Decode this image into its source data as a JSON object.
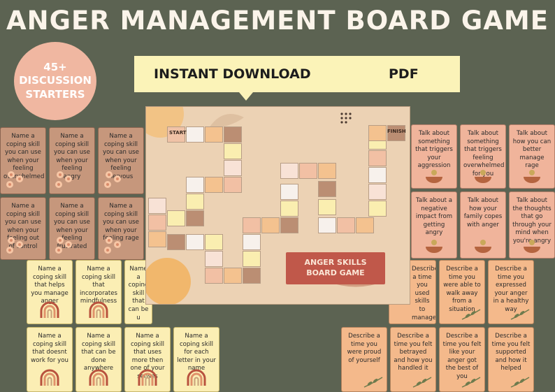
{
  "title": "ANGER MANAGEMENT BOARD GAME",
  "badge": {
    "text": "45+\nDISCUSSION\nSTARTERS"
  },
  "banner": {
    "download": "INSTANT DOWNLOAD",
    "format": "PDF"
  },
  "board": {
    "start": "START",
    "finish": "FINISH",
    "sign_line1": "ANGER SKILLS",
    "sign_line2": "BOARD GAME"
  },
  "brown_cards": [
    "Name a coping skill you can use when your feeling overwhelmed",
    "Name a coping skill you can use when your feeling angry",
    "Name a coping skill you can use when your feeling nervous",
    "Name a coping skill you can use when your feeling out of control",
    "Name a coping skill you can use when your feeling frustrated",
    "Name a coping skill you can use when your feeling rage"
  ],
  "yellow_cards": [
    "Name a coping skill that helps you manage anger",
    "Name a coping skill that incorporates mindfulness",
    "Name a coping skill that can be u",
    "Name a coping skill that doesnt work for you",
    "Name a coping skill that can be done anywhere",
    "Name a coping skill that uses more then one of your senses",
    "Name a coping skill for each letter in your name"
  ],
  "pink_cards": [
    "Talk about something that triggers your aggression",
    "Talk about something that triggers feeling overwhelmed for you",
    "Talk about how you can better manage rage",
    "Talk about a negative impact from getting angry",
    "Talk about how your family copes with anger",
    "Talk about the thoughts that go through your mind when you're angry"
  ],
  "orange_cards": [
    "Describe a time you used skills to manage your anger",
    "Describe a time you were able to walk away from a situation",
    "Describe a time you expressed your anger in a healthy way",
    "Describe a time you were proud of yourself",
    "Describe a time you felt betrayed and how you handled it",
    "Describe a time you felt like your anger got the best of you",
    "Describe a time you felt supported and how it helped"
  ]
}
